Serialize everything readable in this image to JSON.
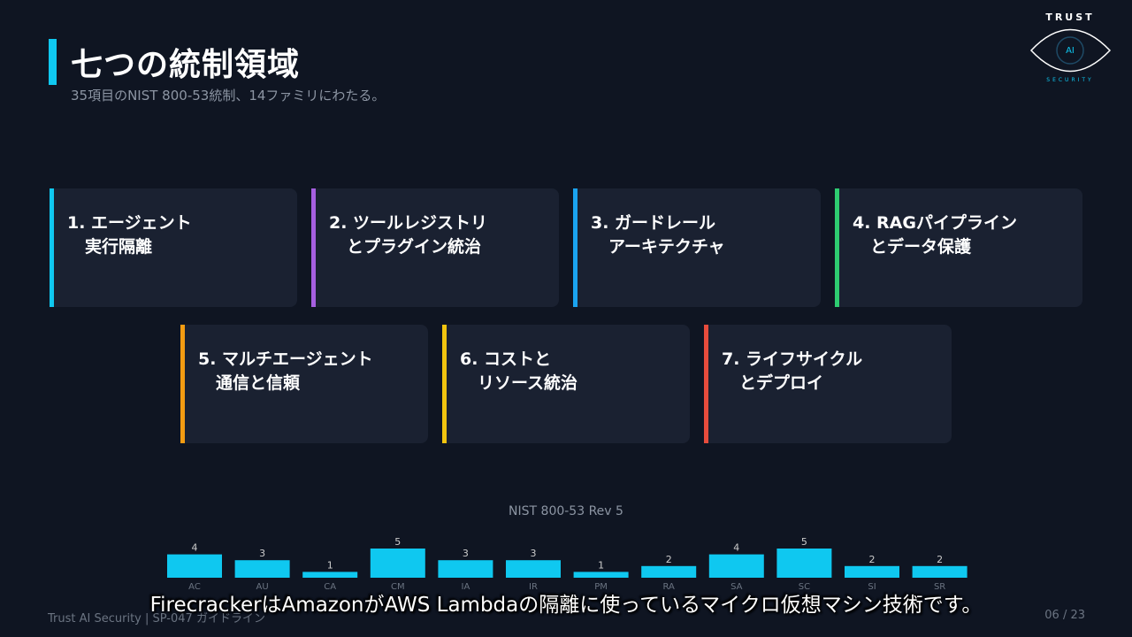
{
  "header": {
    "title": "七つの統制領域",
    "subtitle": "35項目のNIST 800-53統制、14ファミリにわたる。"
  },
  "logo": {
    "top": "TRUST",
    "center": "AI",
    "bottom": "SECURITY"
  },
  "cards": [
    {
      "l1": "1. エージェント",
      "l2": "実行隔離",
      "color": "#0fc8f0"
    },
    {
      "l1": "2. ツールレジストリ",
      "l2": "とプラグイン統治",
      "color": "#a65fe0"
    },
    {
      "l1": "3. ガードレール",
      "l2": "アーキテクチャ",
      "color": "#1aa3f0"
    },
    {
      "l1": "4. RAGパイプライン",
      "l2": "とデータ保護",
      "color": "#2ecc71"
    },
    {
      "l1": "5. マルチエージェント",
      "l2": "通信と信頼",
      "color": "#f39c12"
    },
    {
      "l1": "6. コストと",
      "l2": "リソース統治",
      "color": "#f1c40f"
    },
    {
      "l1": "7. ライフサイクル",
      "l2": "とデプロイ",
      "color": "#e74c3c"
    }
  ],
  "chart_data": {
    "type": "bar",
    "title": "NIST 800-53 Rev 5",
    "categories": [
      "AC",
      "AU",
      "CA",
      "CM",
      "IA",
      "IR",
      "PM",
      "RA",
      "SA",
      "SC",
      "SI",
      "SR"
    ],
    "values": [
      4,
      3,
      1,
      5,
      3,
      3,
      1,
      2,
      4,
      5,
      2,
      2
    ],
    "ylim": [
      0,
      5
    ],
    "color": "#0fc8f0"
  },
  "footer": {
    "left": "Trust AI Security  |  SP-047 ガイドライン",
    "page": "06 / 23"
  },
  "caption": "FirecrackerはAmazonがAWS Lambdaの隔離に使っているマイクロ仮想マシン技術です。"
}
